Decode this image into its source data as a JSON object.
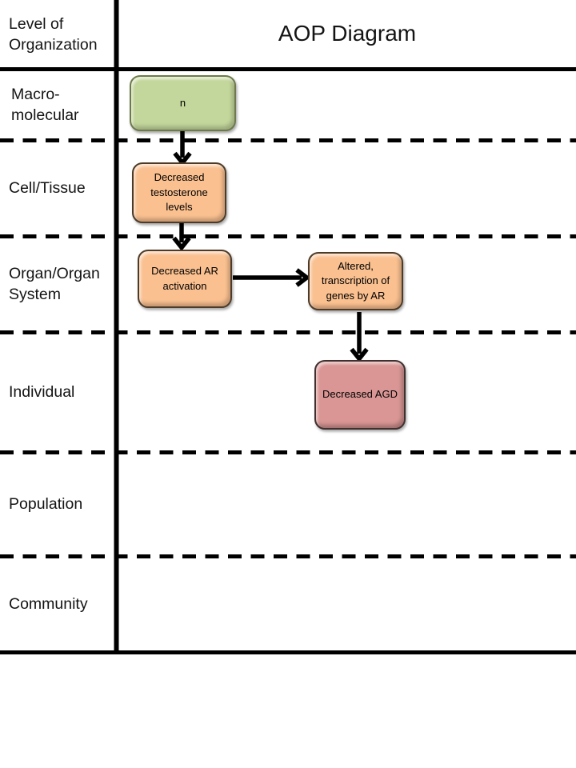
{
  "slide": {
    "header": {
      "col1_label": "Level of Organization",
      "title": "AOP Diagram"
    },
    "rows": [
      {
        "label": "Macro-molecular"
      },
      {
        "label": "Cell/Tissue"
      },
      {
        "label": "Organ/Organ System"
      },
      {
        "label": "Individual"
      },
      {
        "label": "Population"
      },
      {
        "label": "Community"
      }
    ],
    "nodes": [
      {
        "id": "stressor",
        "label": "n",
        "row": "Macro-molecular",
        "fill": "#c3d69b",
        "border": "#6e7a4c"
      },
      {
        "id": "decreased-testosterone",
        "label": "Decreased testosterone levels",
        "row": "Cell/Tissue",
        "fill": "#fac090",
        "border": "#4d3b28"
      },
      {
        "id": "decreased-ar-activation",
        "label": "Decreased AR activation",
        "row": "Organ/Organ System",
        "fill": "#fac090",
        "border": "#4d3b28"
      },
      {
        "id": "altered-transcription",
        "label": "Altered, transcription of genes by AR",
        "row": "Organ/Organ System",
        "fill": "#fac090",
        "border": "#4d3b28"
      },
      {
        "id": "decreased-agd",
        "label": "Decreased AGD",
        "row": "Individual",
        "fill": "#d99694",
        "border": "#413030"
      }
    ],
    "edges": [
      {
        "from": "stressor",
        "to": "decreased-testosterone",
        "direction": "down"
      },
      {
        "from": "decreased-testosterone",
        "to": "decreased-ar-activation",
        "direction": "down"
      },
      {
        "from": "decreased-ar-activation",
        "to": "altered-transcription",
        "direction": "right"
      },
      {
        "from": "altered-transcription",
        "to": "decreased-agd",
        "direction": "down"
      }
    ],
    "colors": {
      "line": "#000000",
      "text": "#141414",
      "background": "#ffffff"
    }
  }
}
